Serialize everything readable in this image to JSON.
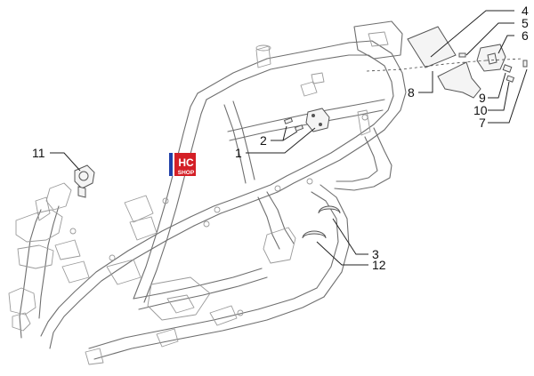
{
  "badge": {
    "top": "HC",
    "bottom": "SHOP",
    "accent_color": "#d41f26",
    "stripe_colors": [
      "#1f3fa8",
      "#ffffff",
      "#d41f26"
    ]
  },
  "callouts": {
    "c1": "1",
    "c2": "2",
    "c3": "3",
    "c4": "4",
    "c5": "5",
    "c6": "6",
    "c7": "7",
    "c8": "8",
    "c9": "9",
    "c10": "10",
    "c11": "11",
    "c12": "12"
  }
}
